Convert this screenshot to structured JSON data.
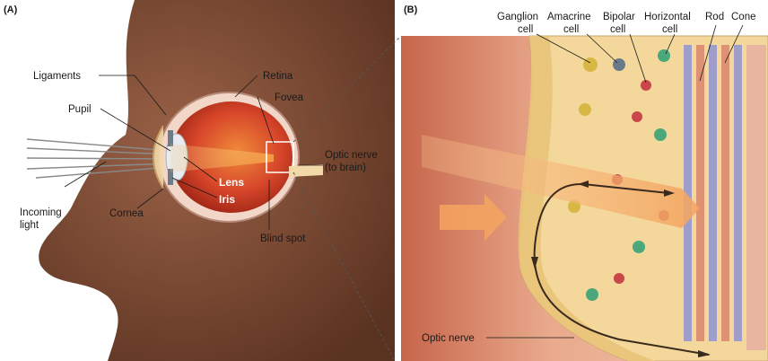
{
  "panels": {
    "a": "(A)",
    "b": "(B)"
  },
  "labels_a": {
    "ligaments": "Ligaments",
    "pupil": "Pupil",
    "retina": "Retina",
    "fovea": "Fovea",
    "optic_nerve_1": "Optic nerve",
    "optic_nerve_2": "(to brain)",
    "lens": "Lens",
    "iris": "Iris",
    "cornea": "Cornea",
    "incoming_light_1": "Incoming",
    "incoming_light_2": "light",
    "blind_spot": "Blind spot"
  },
  "labels_b": {
    "ganglion_1": "Ganglion",
    "ganglion_2": "cell",
    "amacrine_1": "Amacrine",
    "amacrine_2": "cell",
    "bipolar_1": "Bipolar",
    "bipolar_2": "cell",
    "horizontal_1": "Horizontal",
    "horizontal_2": "cell",
    "rod": "Rod",
    "cone": "Cone",
    "optic_nerve": "Optic nerve"
  },
  "colors": {
    "skin": "#7a4a33",
    "skin_dark": "#5a3220",
    "sclera": "#f2d7c8",
    "eye_red": "#c9361f",
    "light_beam": "#f6b45c",
    "tissue": "#f4d79a",
    "rod": "#8a90d6",
    "cone": "#d9806a",
    "ganglion": "#d8b844",
    "bipolar": "#c9464a",
    "horizontal": "#4aa87a"
  }
}
